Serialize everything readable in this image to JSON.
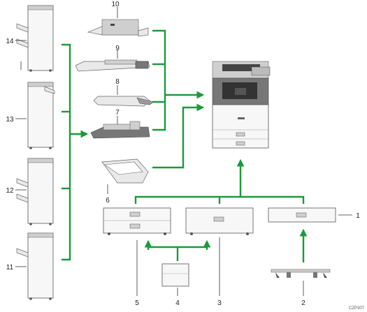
{
  "callouts": {
    "c1": "1",
    "c2": "2",
    "c3": "3",
    "c4": "4",
    "c5": "5",
    "c6": "6",
    "c7": "7",
    "c8": "8",
    "c9": "9",
    "c10": "10",
    "c11": "11",
    "c12": "12",
    "c13": "13",
    "c14": "14"
  },
  "image_code": "CZP307",
  "colors": {
    "connector": "#1a9a3a",
    "outline": "#555555",
    "panel": "#777777"
  },
  "icons": [
    "copier-main-unit",
    "finisher",
    "tray",
    "paper-feed-unit",
    "caster-table",
    "large-capacity-tray",
    "arrow"
  ]
}
